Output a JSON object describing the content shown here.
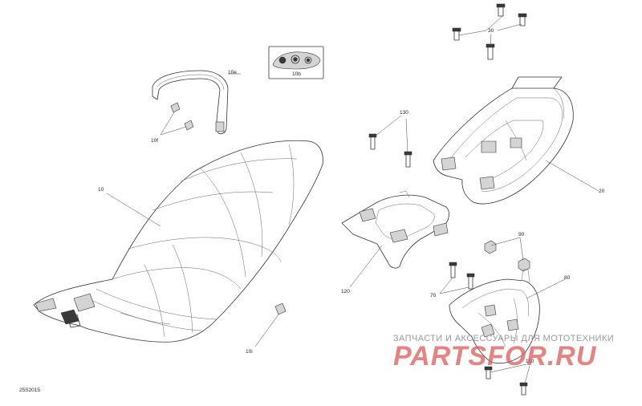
{
  "callouts": {
    "c10e": "10e",
    "c10b": "10b",
    "c30": "30",
    "c130": "130",
    "c10f": "10f",
    "c10": "10",
    "c20": "20",
    "c120": "120",
    "c90": "90",
    "c80": "80",
    "c70": "70",
    "c10i": "10i",
    "c110": "110"
  },
  "figure_id": "25S2015",
  "watermark": {
    "caption": "ЗАПЧАСТИ И АКСЕССУАРЫ ДЛЯ МОТОТЕХНИКИ",
    "brand": "PARTSFOR.RU"
  },
  "colors": {
    "line": "#333333",
    "watermark_brand": "#d9534f",
    "watermark_text": "#9a9a9a"
  }
}
